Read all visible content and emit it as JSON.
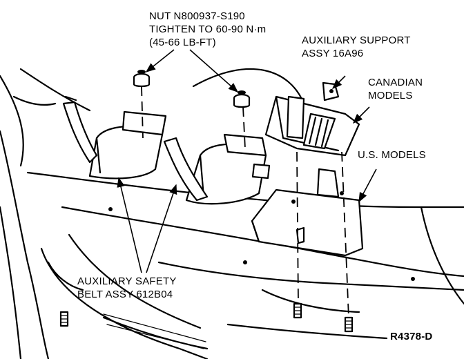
{
  "labels": {
    "nut": [
      "NUT N800937-S190",
      "TIGHTEN TO 60-90 N·m",
      "(45-66 LB-FT)"
    ],
    "aux_support": [
      "AUXILIARY SUPPORT",
      "ASSY 16A96"
    ],
    "canadian": [
      "CANADIAN",
      "MODELS"
    ],
    "us": "U.S. MODELS",
    "safety_belt": [
      "AUXILIARY SAFETY",
      "BELT ASSY 612B04"
    ],
    "ref_code": "R4378-D"
  }
}
